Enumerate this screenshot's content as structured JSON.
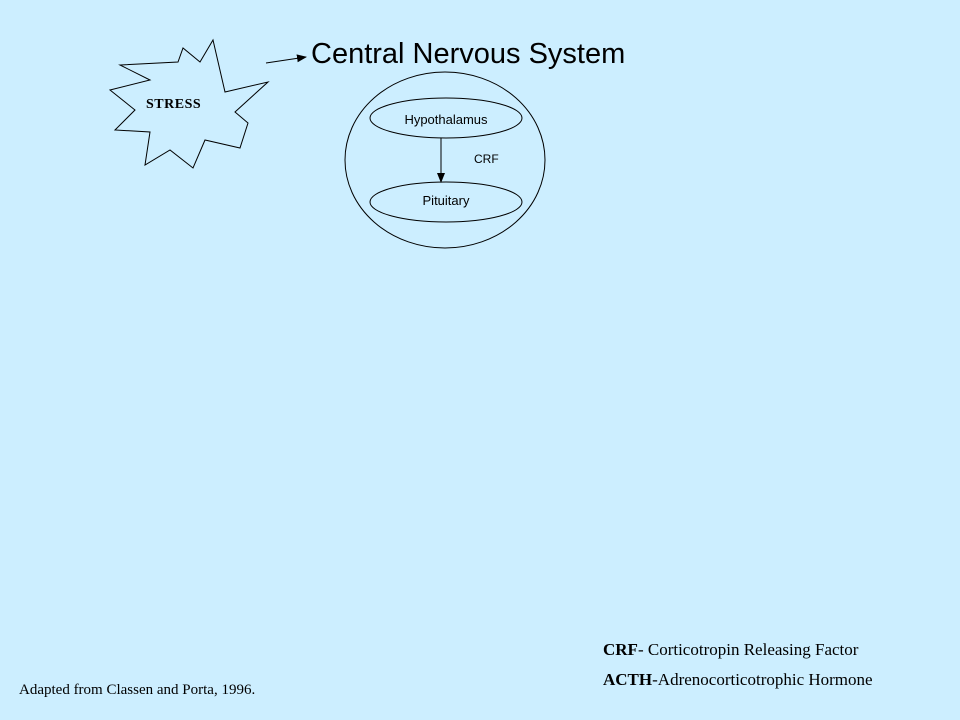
{
  "title": "Central Nervous System",
  "stress_label": "STRESS",
  "nodes": {
    "hypothalamus": "Hypothalamus",
    "pituitary": "Pituitary"
  },
  "edge_label": "CRF",
  "legend": [
    {
      "term": "CRF",
      "definition": "- Corticotropin Releasing Factor"
    },
    {
      "term": "ACTH",
      "definition": "-Adrenocorticotrophic Hormone"
    }
  ],
  "citation": "Adapted from Classen and Porta, 1996."
}
